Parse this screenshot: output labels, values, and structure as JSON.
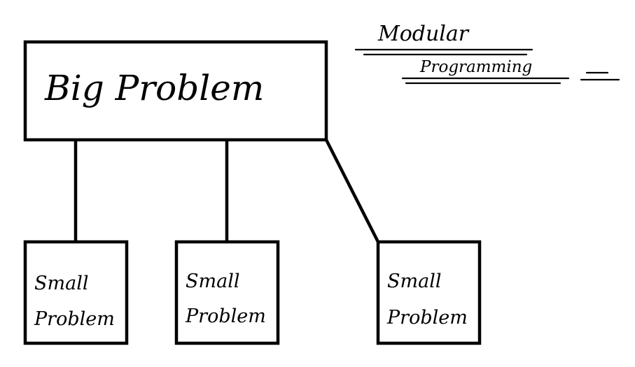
{
  "heading": {
    "line1": "Modular",
    "line2": "Programming"
  },
  "big_box": {
    "label": "Big Problem"
  },
  "small_boxes": [
    {
      "line1": "Small",
      "line2": "Problem"
    },
    {
      "line1": "Small",
      "line2": "Problem"
    },
    {
      "line1": "Small",
      "line2": "Problem"
    }
  ]
}
